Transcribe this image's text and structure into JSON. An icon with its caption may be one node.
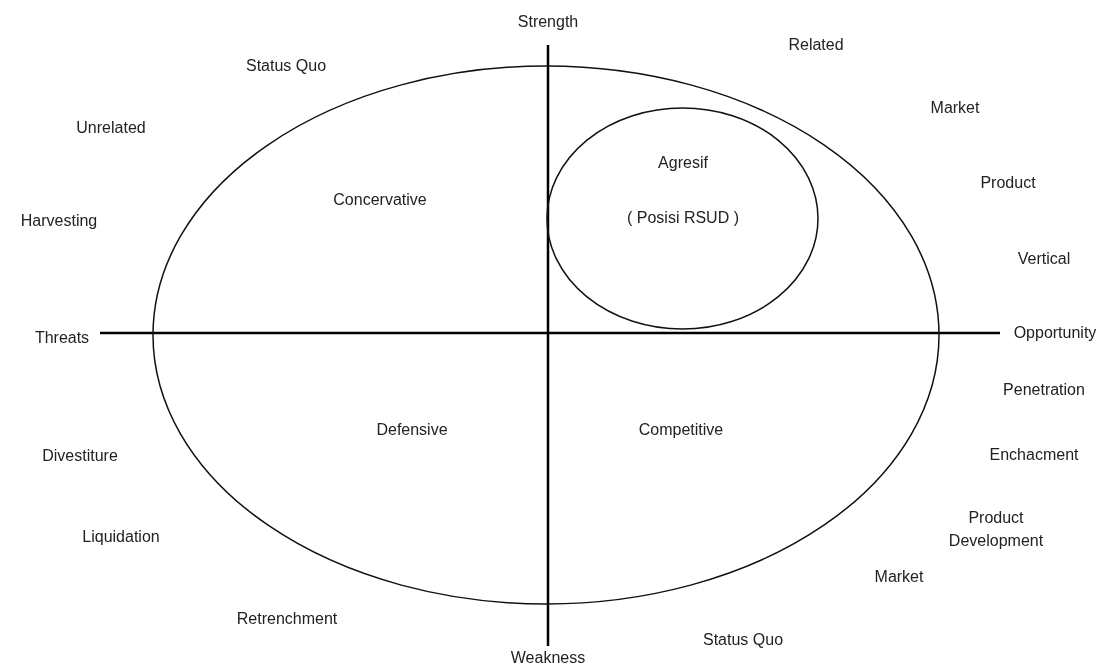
{
  "diagram": {
    "nodes": [
      {
        "text": [
          "Concervative",
          "Defensive",
          "Competitive"
        ]
      },
      {
        "text": [
          "Agresif",
          "( Posisi RSUD )"
        ],
        "in": 0
      }
    ],
    "edges": [],
    "labels": [
      "Strength",
      "Related",
      "Status Quo",
      "Market",
      "Unrelated",
      "Product",
      "Harvesting",
      "Vertical",
      "Threats",
      "Opportunity",
      "Penetration",
      "Divestiture",
      "Enchacment",
      "Liquidation",
      "Product Development",
      "Market",
      "Retrenchment",
      "Status Quo",
      "Weakness"
    ]
  }
}
